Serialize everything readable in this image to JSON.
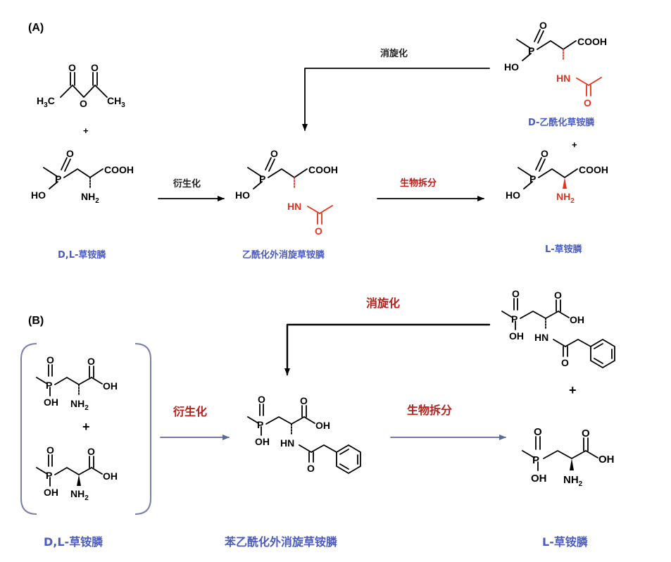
{
  "panels": {
    "a": "(A)",
    "b": "(B)"
  },
  "atoms": {
    "H3C": "H",
    "H3C_sub": "3",
    "C": "C",
    "CH3": "CH",
    "CH3_sub": "3",
    "O": "O",
    "P": "P",
    "HO": "HO",
    "OH": "OH",
    "COOH": "COOH",
    "NH2": "NH",
    "NH2_sub": "2",
    "HN": "HN",
    "plus": "+"
  },
  "a": {
    "label_dl": "D,L-草铵膦",
    "label_acetyl_racemic": "乙酰化外消旋草铵膦",
    "label_d_acetyl": "D-乙酰化草铵膦",
    "label_l": "L-草铵膦",
    "step_derivatize": "衍生化",
    "step_resolution": "生物拆分",
    "step_racemize": "消旋化"
  },
  "b": {
    "label_dl": "D,L-草铵膦",
    "label_phenylacetyl_racemic": "苯乙酰化外消旋草铵膦",
    "label_l": "L-草铵膦",
    "step_derivatize": "衍生化",
    "step_resolution": "生物拆分",
    "step_racemize": "消旋化"
  },
  "colors": {
    "label_blue": "#4a5bc2",
    "step_red": "#b8201c",
    "group_red": "#e8321e",
    "arrow_blue": "#5a6a9a",
    "bracket": "#7a80a8"
  }
}
